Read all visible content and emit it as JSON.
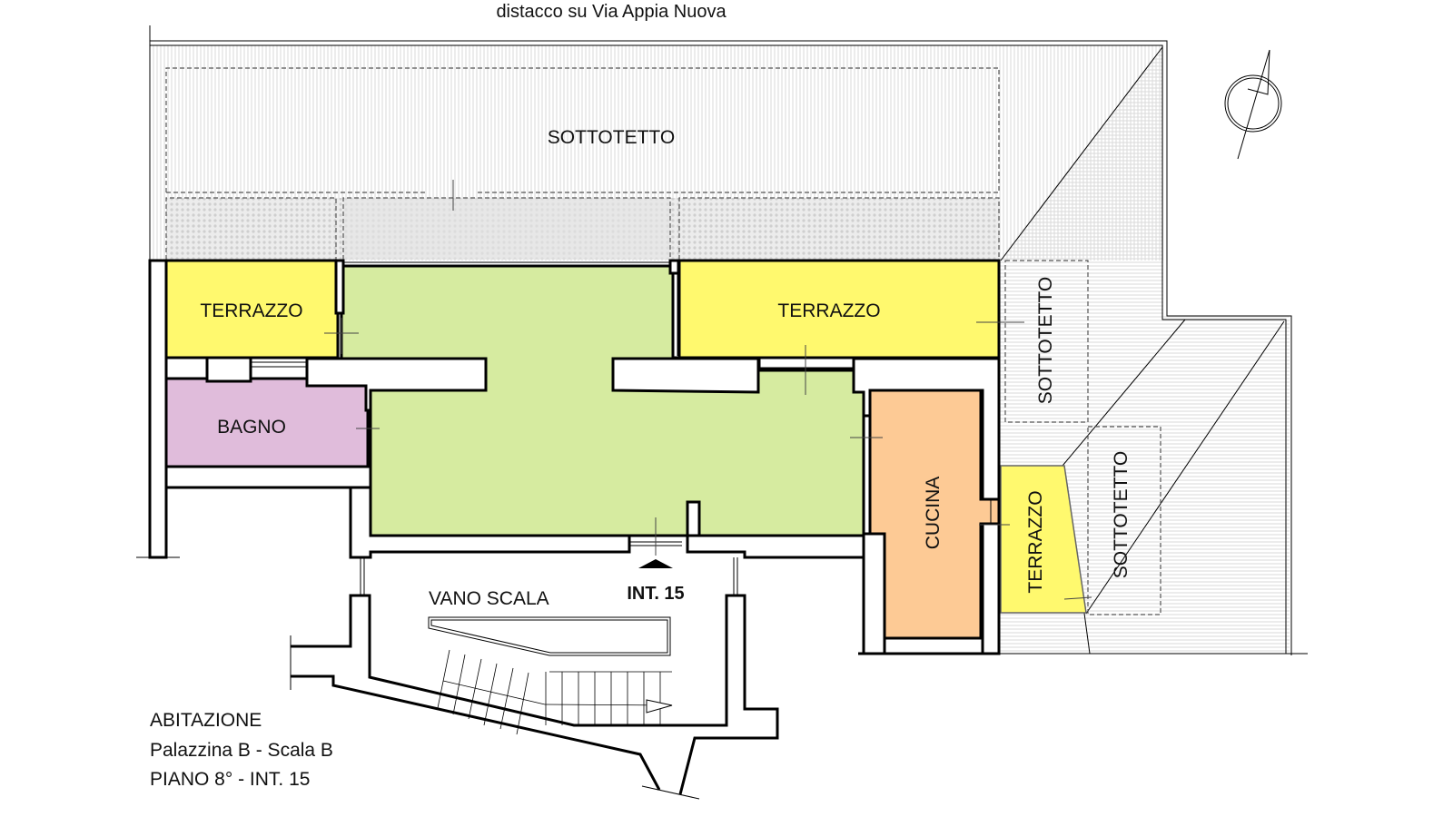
{
  "plan": {
    "title": "distacco su Via Appia Nuova",
    "rooms": {
      "sottotetto_top": "SOTTOTETTO",
      "sottotetto_right1": "SOTTOTETTO",
      "sottotetto_right2": "SOTTOTETTO",
      "terrazzo_left": "TERRAZZO",
      "terrazzo_right": "TERRAZZO",
      "terrazzo_small": "TERRAZZO",
      "bagno": "BAGNO",
      "cucina": "CUCINA",
      "vano_scala": "VANO SCALA"
    },
    "entrance_label": "INT. 15",
    "info": {
      "line1": "ABITAZIONE",
      "line2": "Palazzina B - Scala B",
      "line3": "PIANO 8° - INT. 15"
    },
    "north_icon": "north-arrow-icon"
  },
  "colors": {
    "terrazzo": "#fff96e",
    "living": "#d6eba0",
    "bagno": "#e0bcdb",
    "cucina": "#fdca95"
  }
}
